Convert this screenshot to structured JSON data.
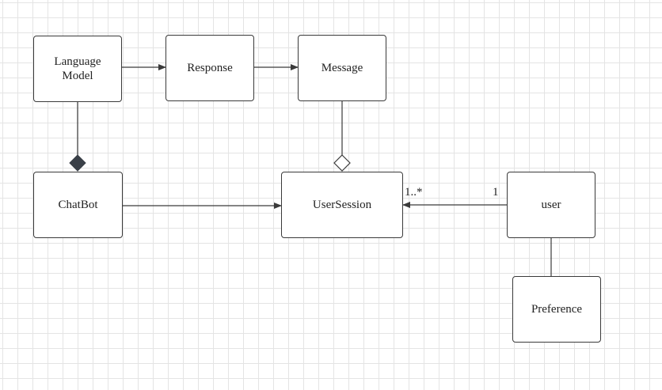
{
  "diagram": {
    "classes": [
      {
        "id": "language-model",
        "label": "Language Model"
      },
      {
        "id": "response",
        "label": "Response"
      },
      {
        "id": "message",
        "label": "Message"
      },
      {
        "id": "chatbot",
        "label": "ChatBot"
      },
      {
        "id": "user-session",
        "label": "UserSession"
      },
      {
        "id": "user",
        "label": "user"
      },
      {
        "id": "preference",
        "label": "Preference"
      }
    ],
    "relationships": [
      {
        "from": "Language Model",
        "to": "Response",
        "type": "association-arrow"
      },
      {
        "from": "Response",
        "to": "Message",
        "type": "association-arrow"
      },
      {
        "from": "Language Model",
        "to": "ChatBot",
        "type": "composition"
      },
      {
        "from": "Message",
        "to": "UserSession",
        "type": "aggregation"
      },
      {
        "from": "ChatBot",
        "to": "UserSession",
        "type": "association-arrow"
      },
      {
        "from": "user",
        "to": "UserSession",
        "type": "association-arrow",
        "source_multiplicity": "1",
        "target_multiplicity": "1..*"
      },
      {
        "from": "user",
        "to": "Preference",
        "type": "association"
      }
    ],
    "multiplicities": {
      "user_session_end": "1..*",
      "user_end": "1"
    }
  }
}
